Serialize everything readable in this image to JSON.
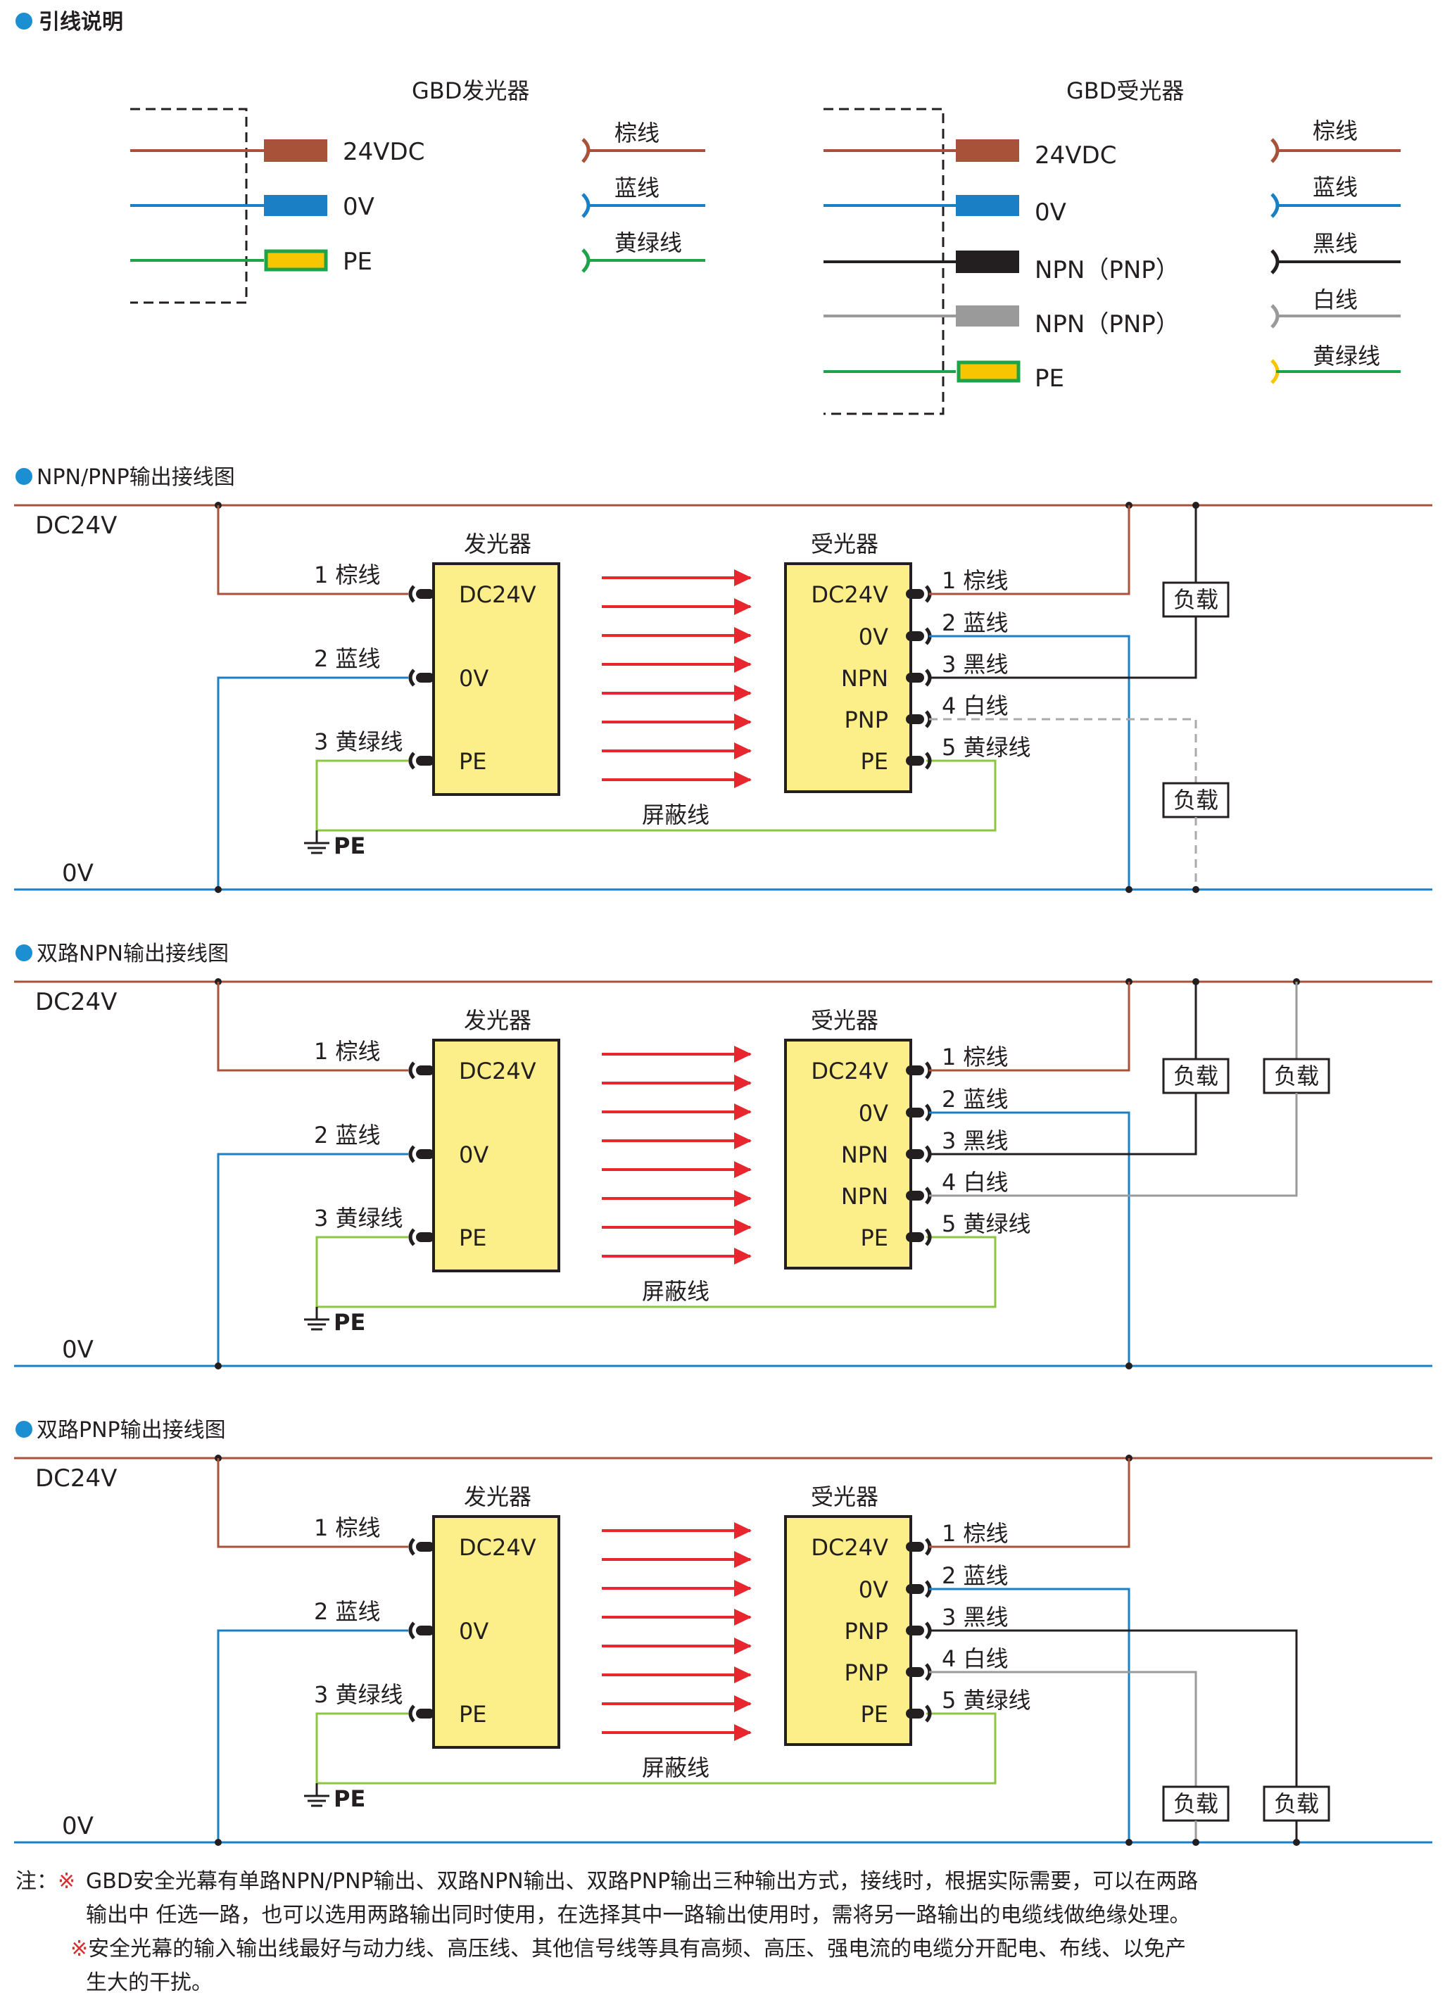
{
  "legend_section": {
    "heading": "引线说明",
    "emitter": {
      "title": "GBD发光器",
      "wires": [
        "24VDC",
        "0V",
        "PE"
      ],
      "colors": [
        "棕线",
        "蓝线",
        "黄绿线"
      ]
    },
    "receiver": {
      "title": "GBD受光器",
      "wires": [
        "24VDC",
        "0V",
        "NPN（PNP）",
        "NPN（PNP）",
        "PE"
      ],
      "colors": [
        "棕线",
        "蓝线",
        "黑线",
        "白线",
        "黄绿线"
      ]
    }
  },
  "diagrams": [
    {
      "heading": "NPN/PNP输出接线图",
      "rail_top": "DC24V",
      "rail_bottom": "0V",
      "emitter": {
        "title": "发光器",
        "pins": [
          "DC24V",
          "0V",
          "PE"
        ],
        "wires": [
          "1 棕线",
          "2 蓝线",
          "3 黄绿线"
        ]
      },
      "receiver": {
        "title": "受光器",
        "pins": [
          "DC24V",
          "0V",
          "NPN",
          "PNP",
          "PE"
        ],
        "wires": [
          "1 棕线",
          "2 蓝线",
          "3 黑线",
          "4 白线",
          "5 黄绿线"
        ]
      },
      "shield_label": "屏蔽线",
      "ground_label": "PE",
      "loads": [
        "负载",
        "负载"
      ]
    },
    {
      "heading": "双路NPN输出接线图",
      "rail_top": "DC24V",
      "rail_bottom": "0V",
      "emitter": {
        "title": "发光器",
        "pins": [
          "DC24V",
          "0V",
          "PE"
        ],
        "wires": [
          "1 棕线",
          "2 蓝线",
          "3 黄绿线"
        ]
      },
      "receiver": {
        "title": "受光器",
        "pins": [
          "DC24V",
          "0V",
          "NPN",
          "NPN",
          "PE"
        ],
        "wires": [
          "1 棕线",
          "2 蓝线",
          "3 黑线",
          "4 白线",
          "5 黄绿线"
        ]
      },
      "shield_label": "屏蔽线",
      "ground_label": "PE",
      "loads": [
        "负载",
        "负载"
      ]
    },
    {
      "heading": "双路PNP输出接线图",
      "rail_top": "DC24V",
      "rail_bottom": "0V",
      "emitter": {
        "title": "发光器",
        "pins": [
          "DC24V",
          "0V",
          "PE"
        ],
        "wires": [
          "1 棕线",
          "2 蓝线",
          "3 黄绿线"
        ]
      },
      "receiver": {
        "title": "受光器",
        "pins": [
          "DC24V",
          "0V",
          "PNP",
          "PNP",
          "PE"
        ],
        "wires": [
          "1 棕线",
          "2 蓝线",
          "3 黑线",
          "4 白线",
          "5 黄绿线"
        ]
      },
      "shield_label": "屏蔽线",
      "ground_label": "PE",
      "loads": [
        "负载",
        "负载"
      ]
    }
  ],
  "notes": {
    "prefix": "注：",
    "marker": "※",
    "note1_line1": "GBD安全光幕有单路NPN/PNP输出、双路NPN输出、双路PNP输出三种输出方式，接线时，根据实际需要，可以在两路",
    "note1_line2": "输出中 任选一路，也可以选用两路输出同时使用，在选择其中一路输出使用时，需将另一路输出的电缆线做绝缘处理。",
    "note2_line1": "安全光幕的输入输出线最好与动力线、高压线、其他信号线等具有高频、高压、强电流的电缆分开配电、布线、以免产",
    "note2_line2": "生大的干扰。"
  },
  "colors": {
    "bullet": "#1b8fd2",
    "brown_wire": "#a8523a",
    "blue_wire": "#1a7fc4",
    "black_wire": "#231f20",
    "white_wire": "#9a9a9a",
    "green_wire": "#1fa34a",
    "shield_wire": "#8cc63f",
    "yellow_box": "#fcee88",
    "yellow_pe": "#f7c600",
    "arrow_red": "#e7262d",
    "dashed_gray": "#aaaaaa"
  }
}
